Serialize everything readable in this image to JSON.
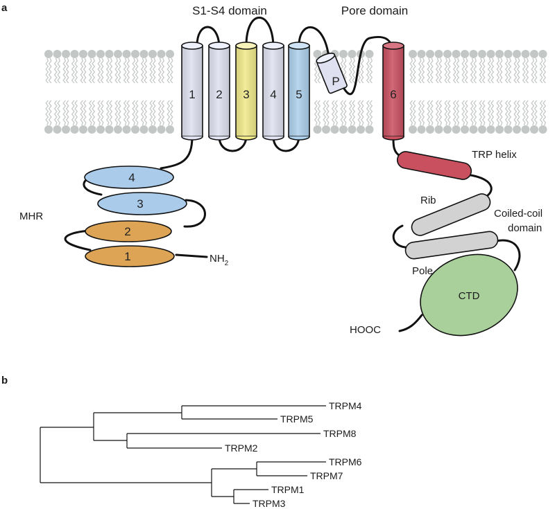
{
  "panel_a": {
    "label": "a",
    "s1s4_title": "S1-S4 domain",
    "pore_title": "Pore domain",
    "segments": [
      "1",
      "2",
      "3",
      "4",
      "5",
      "6"
    ],
    "pore_helix": "P",
    "trp_helix": "TRP helix",
    "rib": "Rib",
    "coiled_coil_line1": "Coiled-coil",
    "coiled_coil_line2": "domain",
    "pole": "Pole",
    "ctd": "CTD",
    "hooc": "HOOC",
    "mhr": "MHR",
    "mhr_domains": [
      "1",
      "2",
      "3",
      "4"
    ],
    "nh2": "NH",
    "nh2_sub": "2",
    "colors": {
      "segment_lavender": "#dfe1f1",
      "segment_yellow": "#f0e98a",
      "segment_blue": "#acd0ec",
      "segment_red": "#c8505f",
      "mhr_blue": "#aacbea",
      "mhr_orange": "#dca454",
      "coil_gray": "#d2d2d2",
      "ctd_green": "#a9d09a",
      "lipid_gray": "#c3c7c6"
    }
  },
  "panel_b": {
    "label": "b",
    "leaves": [
      "TRPM4",
      "TRPM5",
      "TRPM8",
      "TRPM2",
      "TRPM6",
      "TRPM7",
      "TRPM1",
      "TRPM3"
    ]
  }
}
